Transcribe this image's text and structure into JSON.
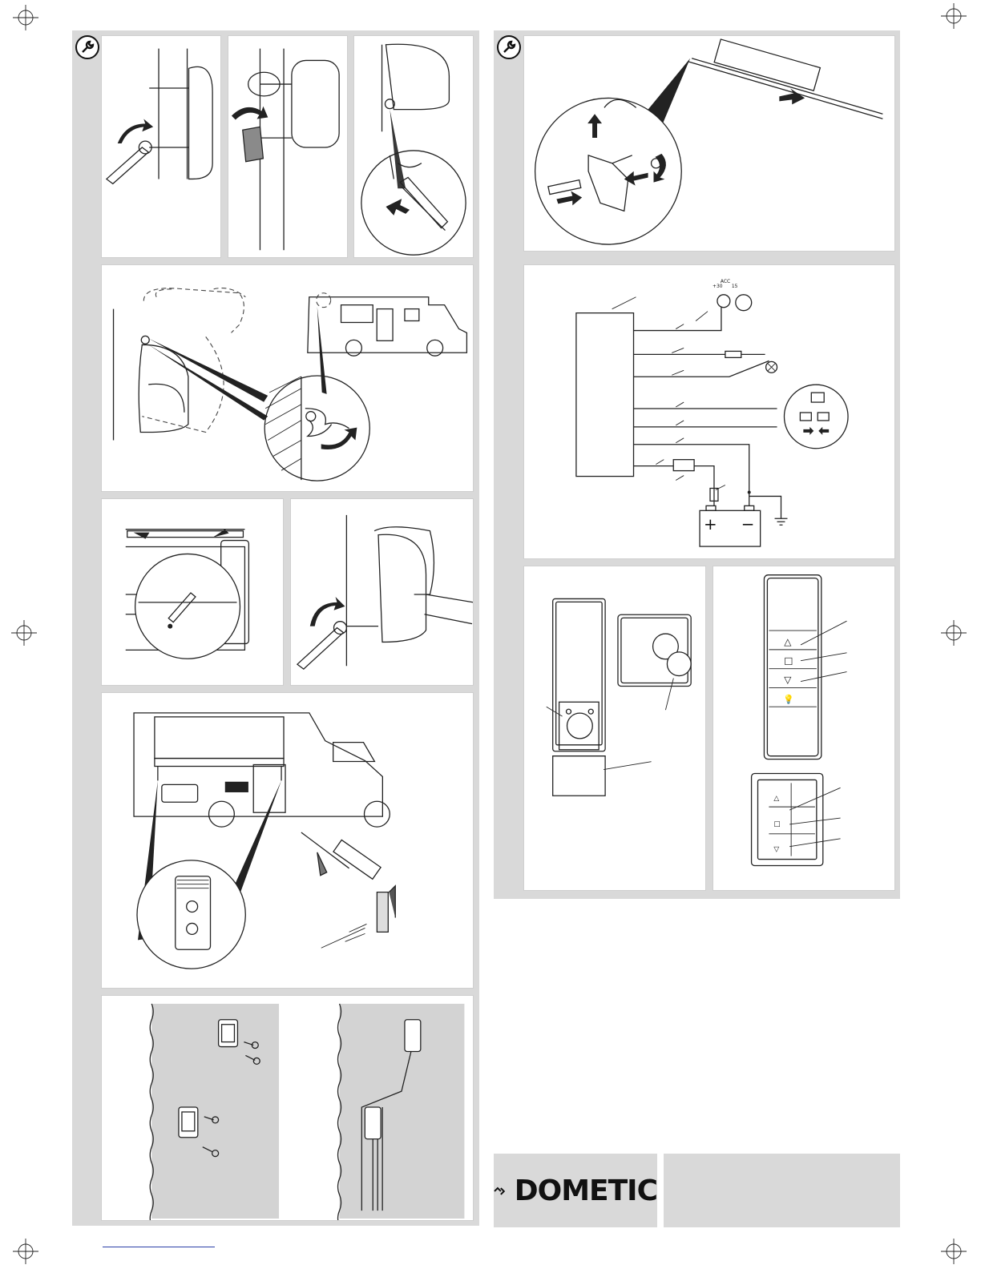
{
  "brand": {
    "name": "DOMETIC",
    "icon": "dometic-chevron-logo",
    "color": "#111111"
  },
  "colors": {
    "column_background": "#d9d9d9",
    "panel_background": "#ffffff",
    "footer_box": "#d9d9d9",
    "line_art": "#222222",
    "link_underline": "#2b3fa8"
  },
  "sections": {
    "left": {
      "icon": "wrench-icon"
    },
    "right": {
      "icon": "wrench-icon"
    }
  },
  "wiring": {
    "battery_plus": "+",
    "battery_minus": "−",
    "switch_labels": {
      "acc": "ACC",
      "left_mark": "+30",
      "right_mark": "15"
    }
  },
  "remote": {
    "buttons": [
      "△",
      "□",
      "▽",
      "💡"
    ]
  },
  "wall_switch": {
    "buttons": [
      "△",
      "□",
      "▽"
    ]
  }
}
